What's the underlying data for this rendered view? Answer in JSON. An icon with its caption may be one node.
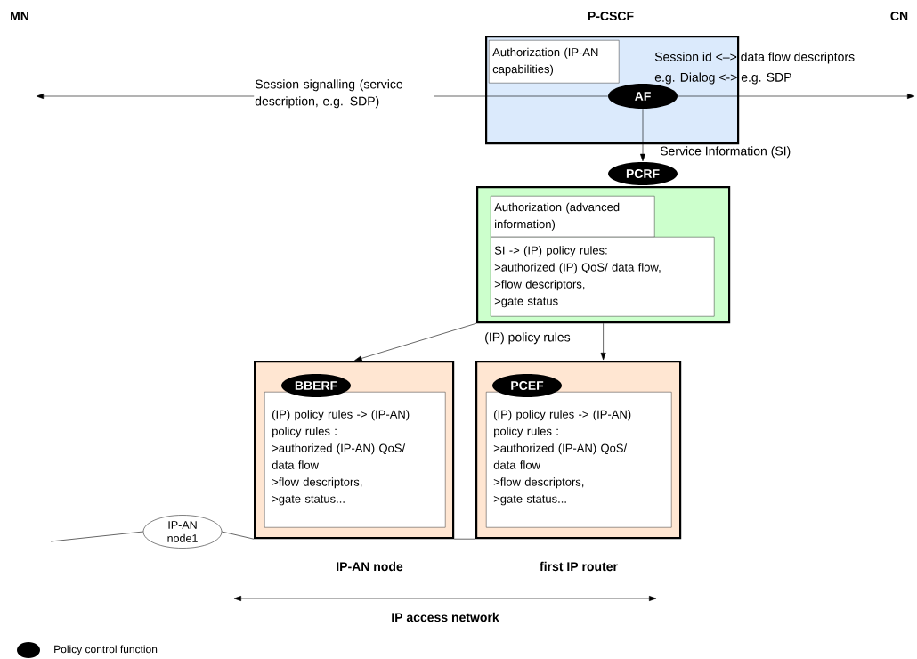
{
  "diagram": {
    "nodes": [
      {
        "text": [
          "P-CSCF"
        ]
      },
      {
        "text": [
          "Authorization (IP-AN capabilities)"
        ],
        "in": 0
      },
      {
        "text": [
          "AF"
        ],
        "in": 0
      },
      {
        "text": [
          "PCRF"
        ]
      },
      {
        "text": [],
        "shape": "box"
      },
      {
        "text": [
          "Authorization (advanced information)"
        ],
        "in": 4
      },
      {
        "text": [
          "SI -> (IP) policy rules:",
          ">authorized (IP) QoS/ data flow,",
          ">flow descriptors,",
          ">gate status"
        ],
        "in": 4
      },
      {
        "text": [
          "IP-AN node"
        ]
      },
      {
        "text": [
          "BBERF"
        ],
        "in": 7
      },
      {
        "text": [
          "(IP) policy rules -> (IP-AN) policy rules :",
          ">authorized (IP-AN) QoS/ data flow",
          ">flow descriptors,",
          ">gate status..."
        ],
        "in": 7
      },
      {
        "text": [
          "first IP router"
        ]
      },
      {
        "text": [
          "PCEF"
        ],
        "in": 10
      },
      {
        "text": [
          "(IP) policy rules -> (IP-AN) policy rules :",
          ">authorized (IP-AN) QoS/ data flow",
          ">flow descriptors,",
          ">gate status..."
        ],
        "in": 10
      },
      {
        "text": [
          "IP-AN node1"
        ]
      }
    ],
    "edges": [
      {
        "from": 2,
        "to": null,
        "arrow": "to",
        "label": "Session signalling (service description, e.g. SDP)"
      },
      {
        "from": 2,
        "to": null,
        "arrow": "to"
      },
      {
        "from": 2,
        "to": 3,
        "arrow": "to",
        "label": "Service Information (SI)"
      },
      {
        "from": 4,
        "to": 7,
        "arrow": "to"
      },
      {
        "from": 4,
        "to": 10,
        "arrow": "to",
        "label": "(IP) policy rules"
      },
      {
        "from": null,
        "to": 13,
        "arrow": "none"
      },
      {
        "from": 13,
        "to": 7,
        "arrow": "none"
      },
      {
        "from": 7,
        "to": 10,
        "arrow": "none"
      }
    ],
    "labels": [
      "MN",
      "CN",
      "Session id <–> data flow descriptors",
      "e.g. Dialog <-> e.g. SDP",
      "IP access network"
    ],
    "legend": [
      {
        "text": "Policy control function"
      }
    ]
  }
}
